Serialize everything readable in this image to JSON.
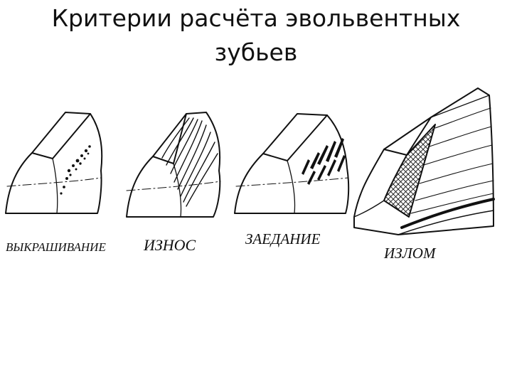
{
  "slide": {
    "title_line1": "Критерии расчёта эвольвентных",
    "title_line2": "зубьев"
  },
  "captions": {
    "pitting": "ВЫКРАШИВАНИЕ",
    "wear": "ИЗНОС",
    "scuffing": "ЗАЕДАНИЕ",
    "fracture": "ИЗЛОМ"
  }
}
